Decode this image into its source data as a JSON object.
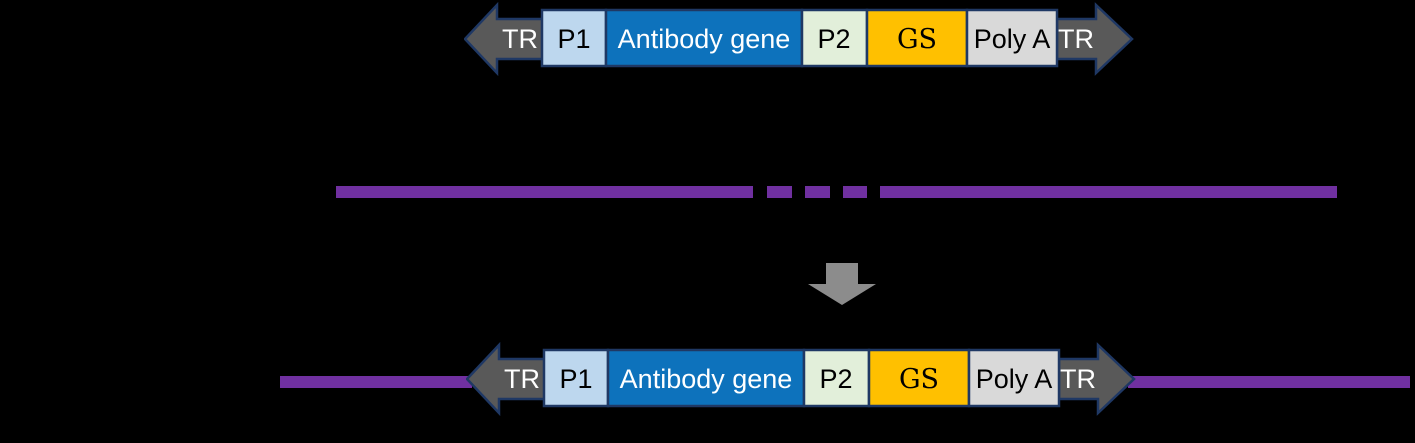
{
  "background_color": "#000000",
  "colors": {
    "tr_arrow": "#595959",
    "box_border": "#1F3864",
    "p1": "#BDD7EE",
    "antibody": "#0D72BC",
    "p2": "#E2EFDA",
    "gs": "#FFC000",
    "poly_a": "#D9D9D9",
    "genome_line": "#7030A0",
    "down_arrow": "#8C8C8C",
    "label_light": "#FFFFFF",
    "label_dark": "#000000"
  },
  "construct": {
    "labels": {
      "tr_left": "TR",
      "p1": "P1",
      "antibody_gene": "Antibody gene",
      "p2": "P2",
      "gs": "GS",
      "poly_a": "Poly A",
      "tr_right": "TR"
    }
  },
  "icons": {
    "tr_left_arrow": "left-terminal-repeat-arrow",
    "tr_right_arrow": "right-terminal-repeat-arrow",
    "integration_arrow": "down-arrow"
  }
}
